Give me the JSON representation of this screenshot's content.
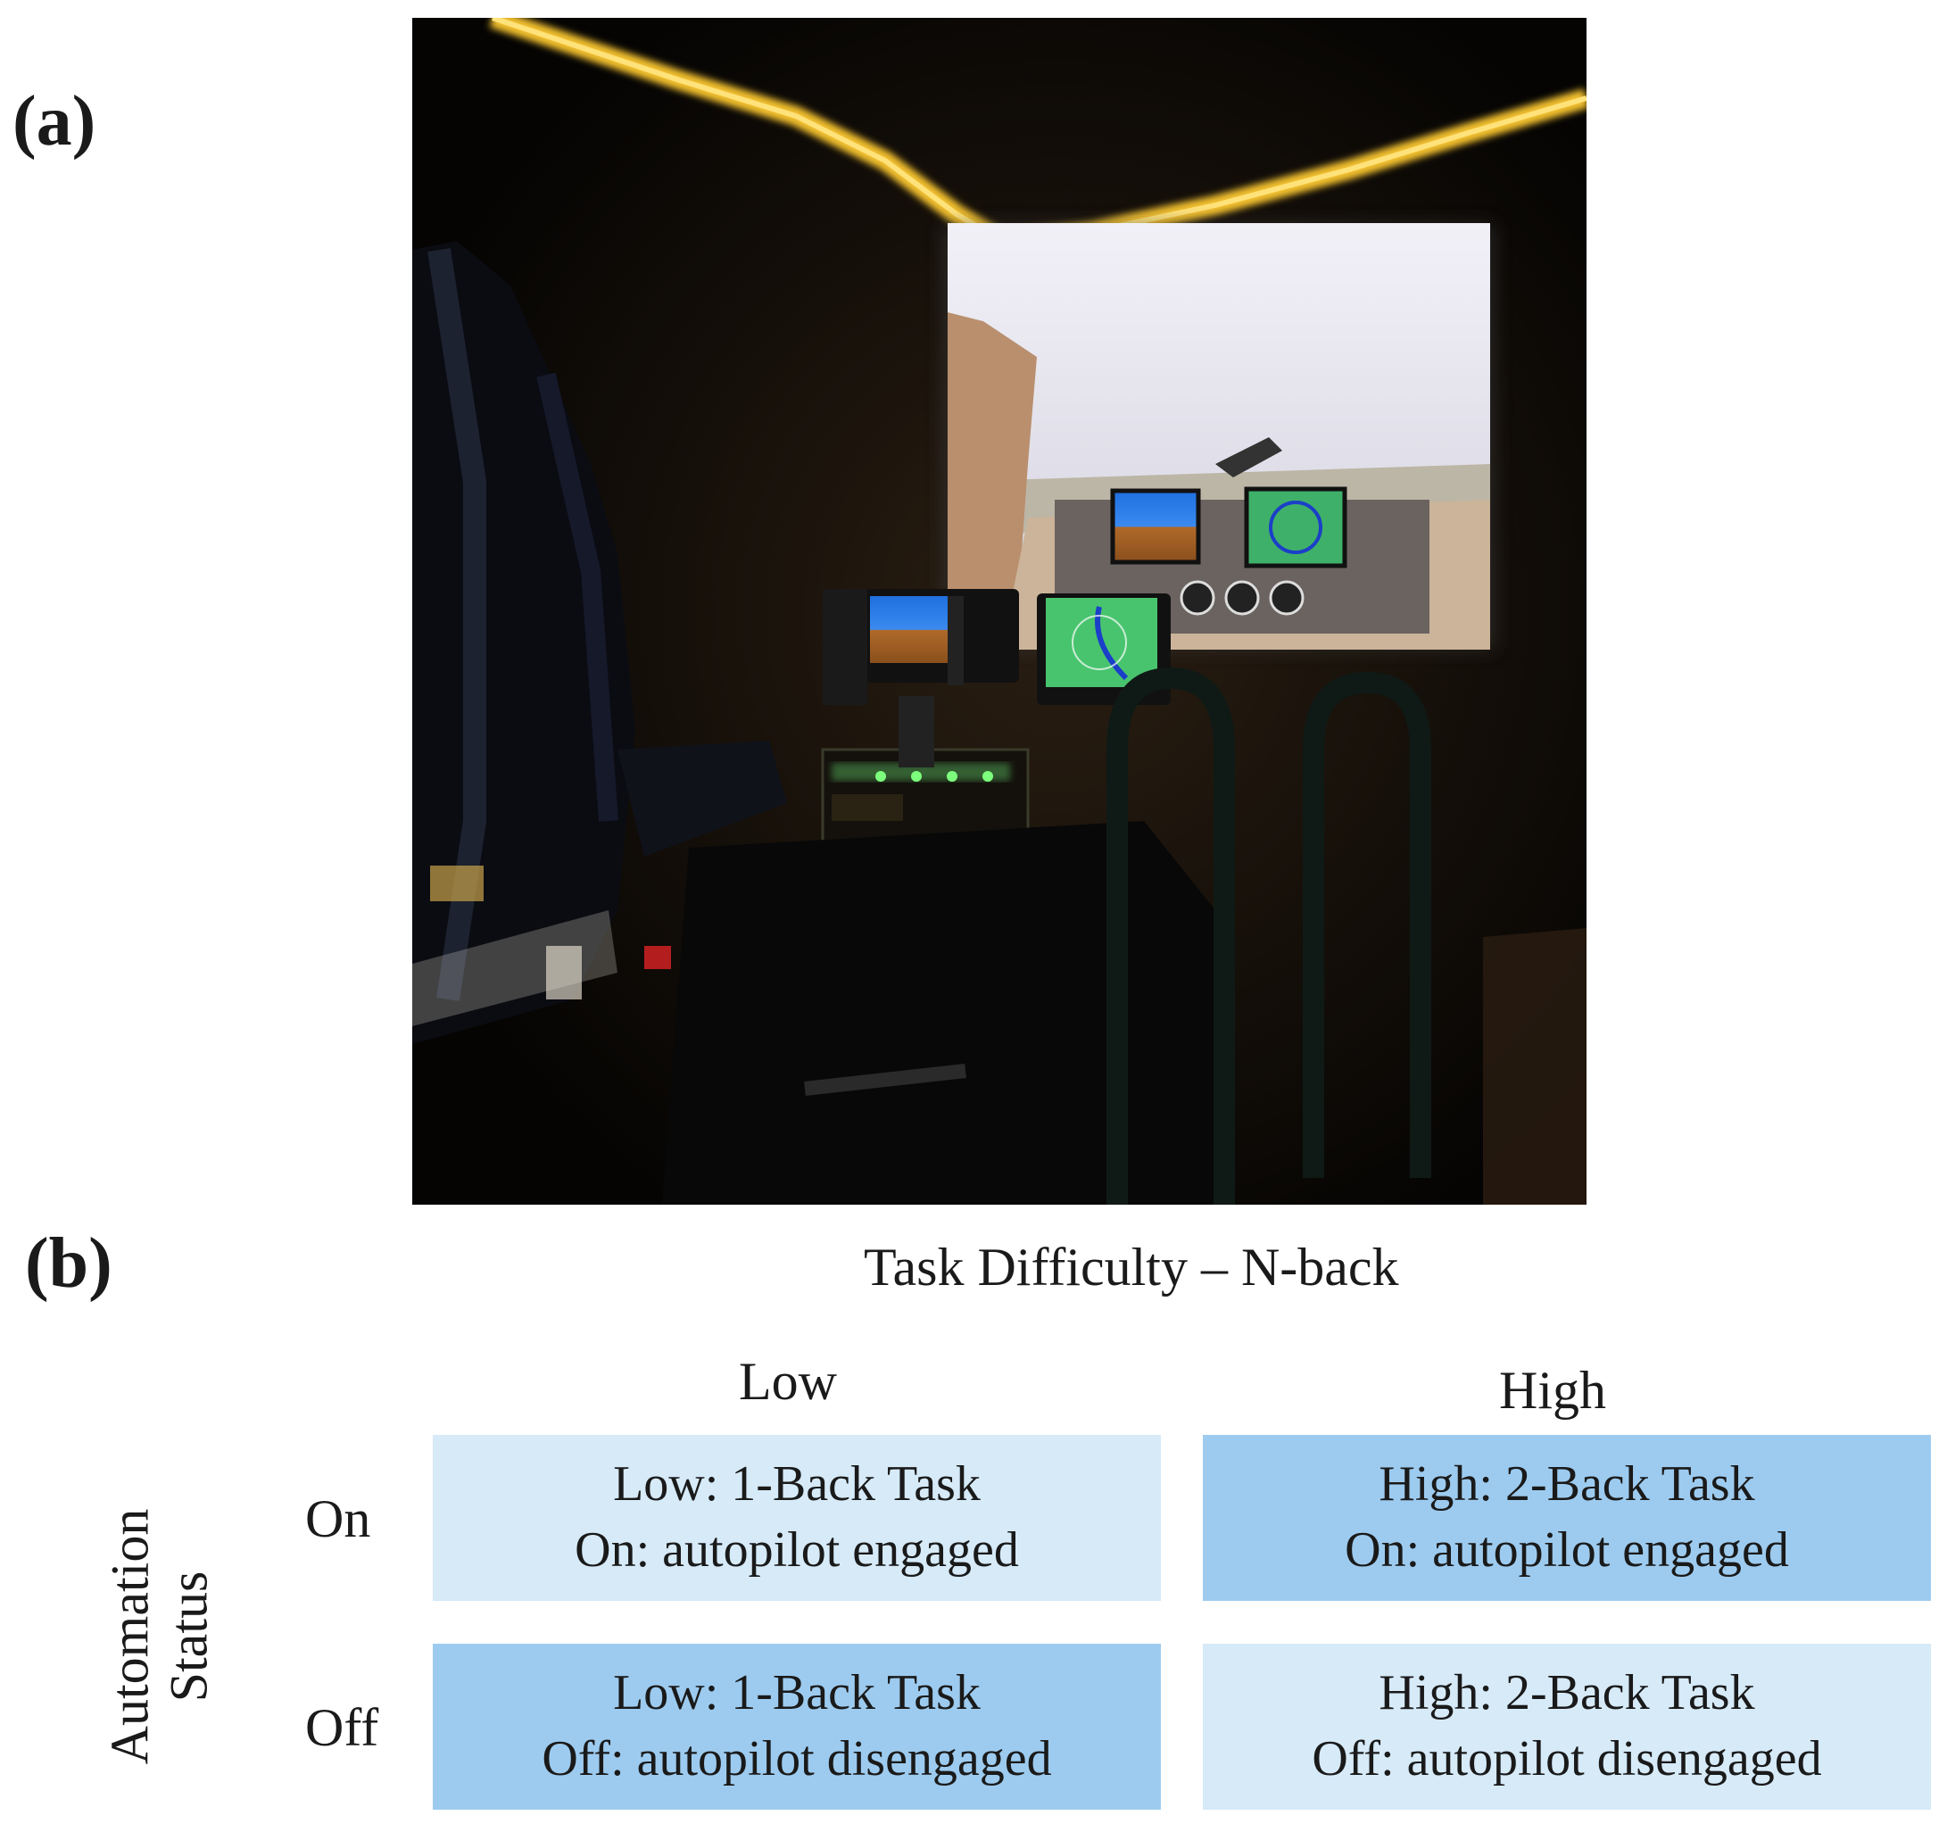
{
  "panels": {
    "a": "(a)",
    "b": "(b)"
  },
  "photo": {
    "alt": "Flight simulator cockpit with seat, instrument displays and wall-mounted screen showing the out-the-window view"
  },
  "design": {
    "title": "Task Difficulty – N-back",
    "columns": [
      "Low",
      "High"
    ],
    "rows": [
      "On",
      "Off"
    ],
    "row_axis": {
      "line1": "Automation",
      "line2": "Status"
    },
    "cells": {
      "low_on": {
        "line1": "Low: 1-Back Task",
        "line2": "On: autopilot engaged"
      },
      "high_on": {
        "line1": "High: 2-Back Task",
        "line2": "On: autopilot engaged"
      },
      "low_off": {
        "line1": "Low: 1-Back Task",
        "line2": "Off: autopilot disengaged"
      },
      "high_off": {
        "line1": "High: 2-Back Task",
        "line2": "Off: autopilot disengaged"
      }
    }
  },
  "colors": {
    "cell_light": "#d6eaf8",
    "cell_dark": "#9dcbef",
    "led_strip": "#f2c02e"
  }
}
